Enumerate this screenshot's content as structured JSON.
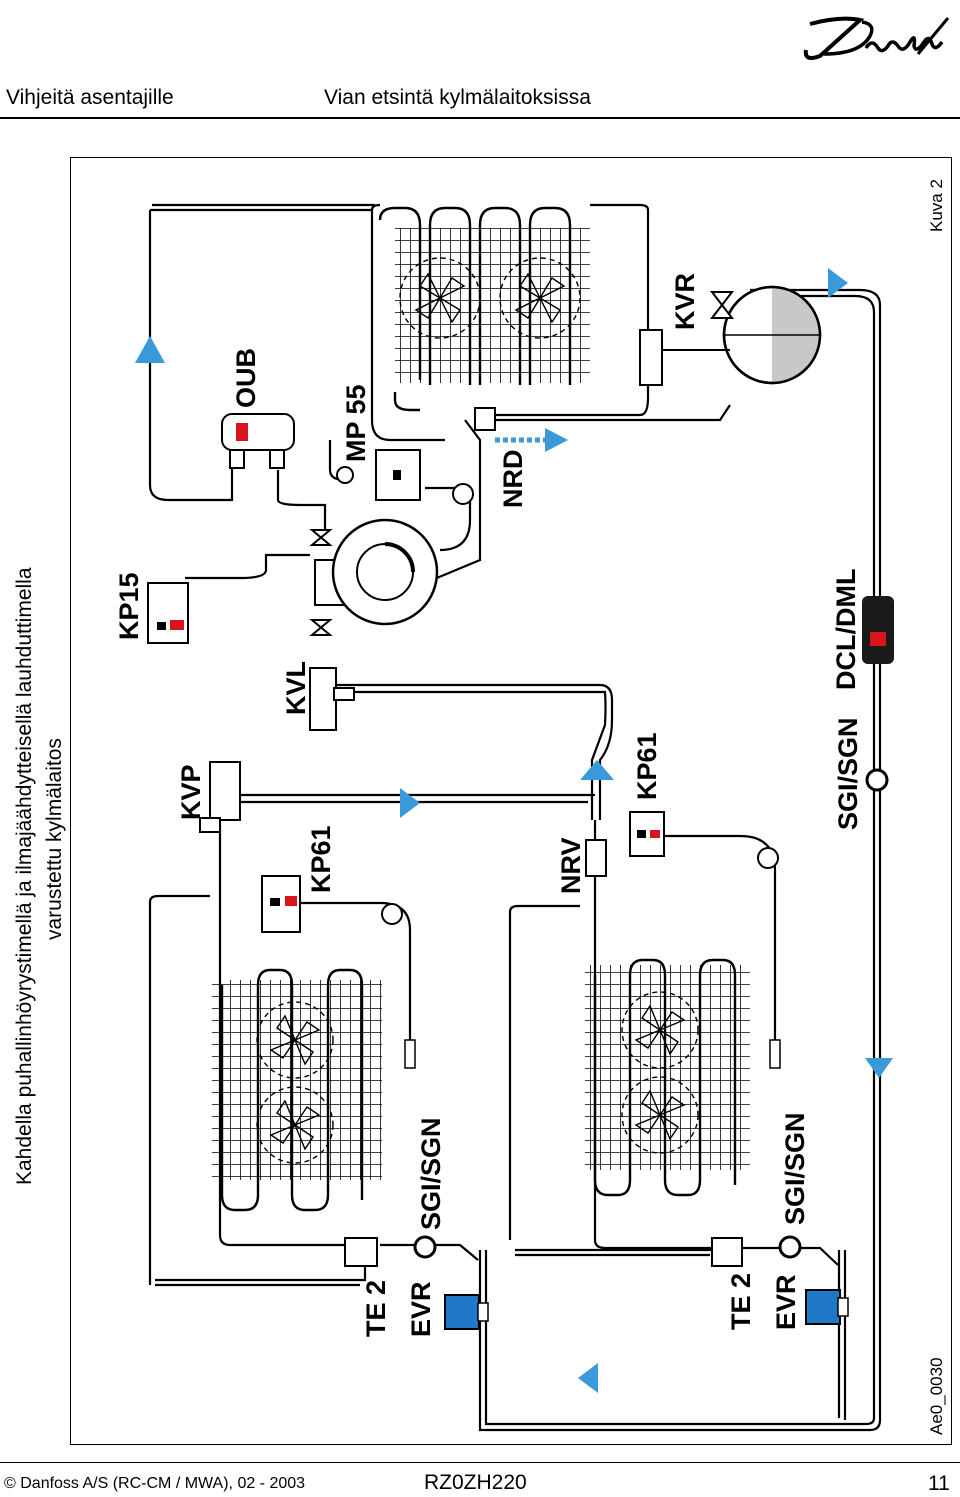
{
  "header": {
    "left": "Vihjeitä asentajille",
    "center": "Vian etsintä kylmälaitoksissa",
    "brand": "Danfoss"
  },
  "diagram": {
    "title_line1": "Kahdella puhallinhöyrystimellä ja ilmajäähdytteisellä lauhduttimella",
    "title_line2": "varustettu kylmälaitos",
    "figure_label": "Kuva 2",
    "figure_code": "Ae0_0030",
    "components": {
      "kp15": "KP15",
      "kvp": "KVP",
      "kvl": "KVL",
      "oub": "OUB",
      "mp55": "MP 55",
      "nrd": "NRD",
      "kvr": "KVR",
      "dcl_dml": "DCL/DML",
      "sgi_sgn_liquid": "SGI/SGN",
      "kp61_upper": "KP61",
      "kp61_lower": "KP61",
      "nrv": "NRV",
      "te2_upper": "TE 2",
      "evr_upper": "EVR",
      "sgi_sgn_upper": "SGI/SGN",
      "te2_lower": "TE 2",
      "evr_lower": "EVR",
      "sgi_sgn_lower": "SGI/SGN"
    },
    "colors": {
      "flow_arrow": "#3a9ad9",
      "evr_coil": "#1f78c8",
      "indicator": "#d8151f",
      "line": "#000000"
    }
  },
  "footer": {
    "left": "© Danfoss A/S  (RC-CM / MWA), 02 - 2003",
    "center": "RZ0ZH220",
    "right": "11"
  }
}
